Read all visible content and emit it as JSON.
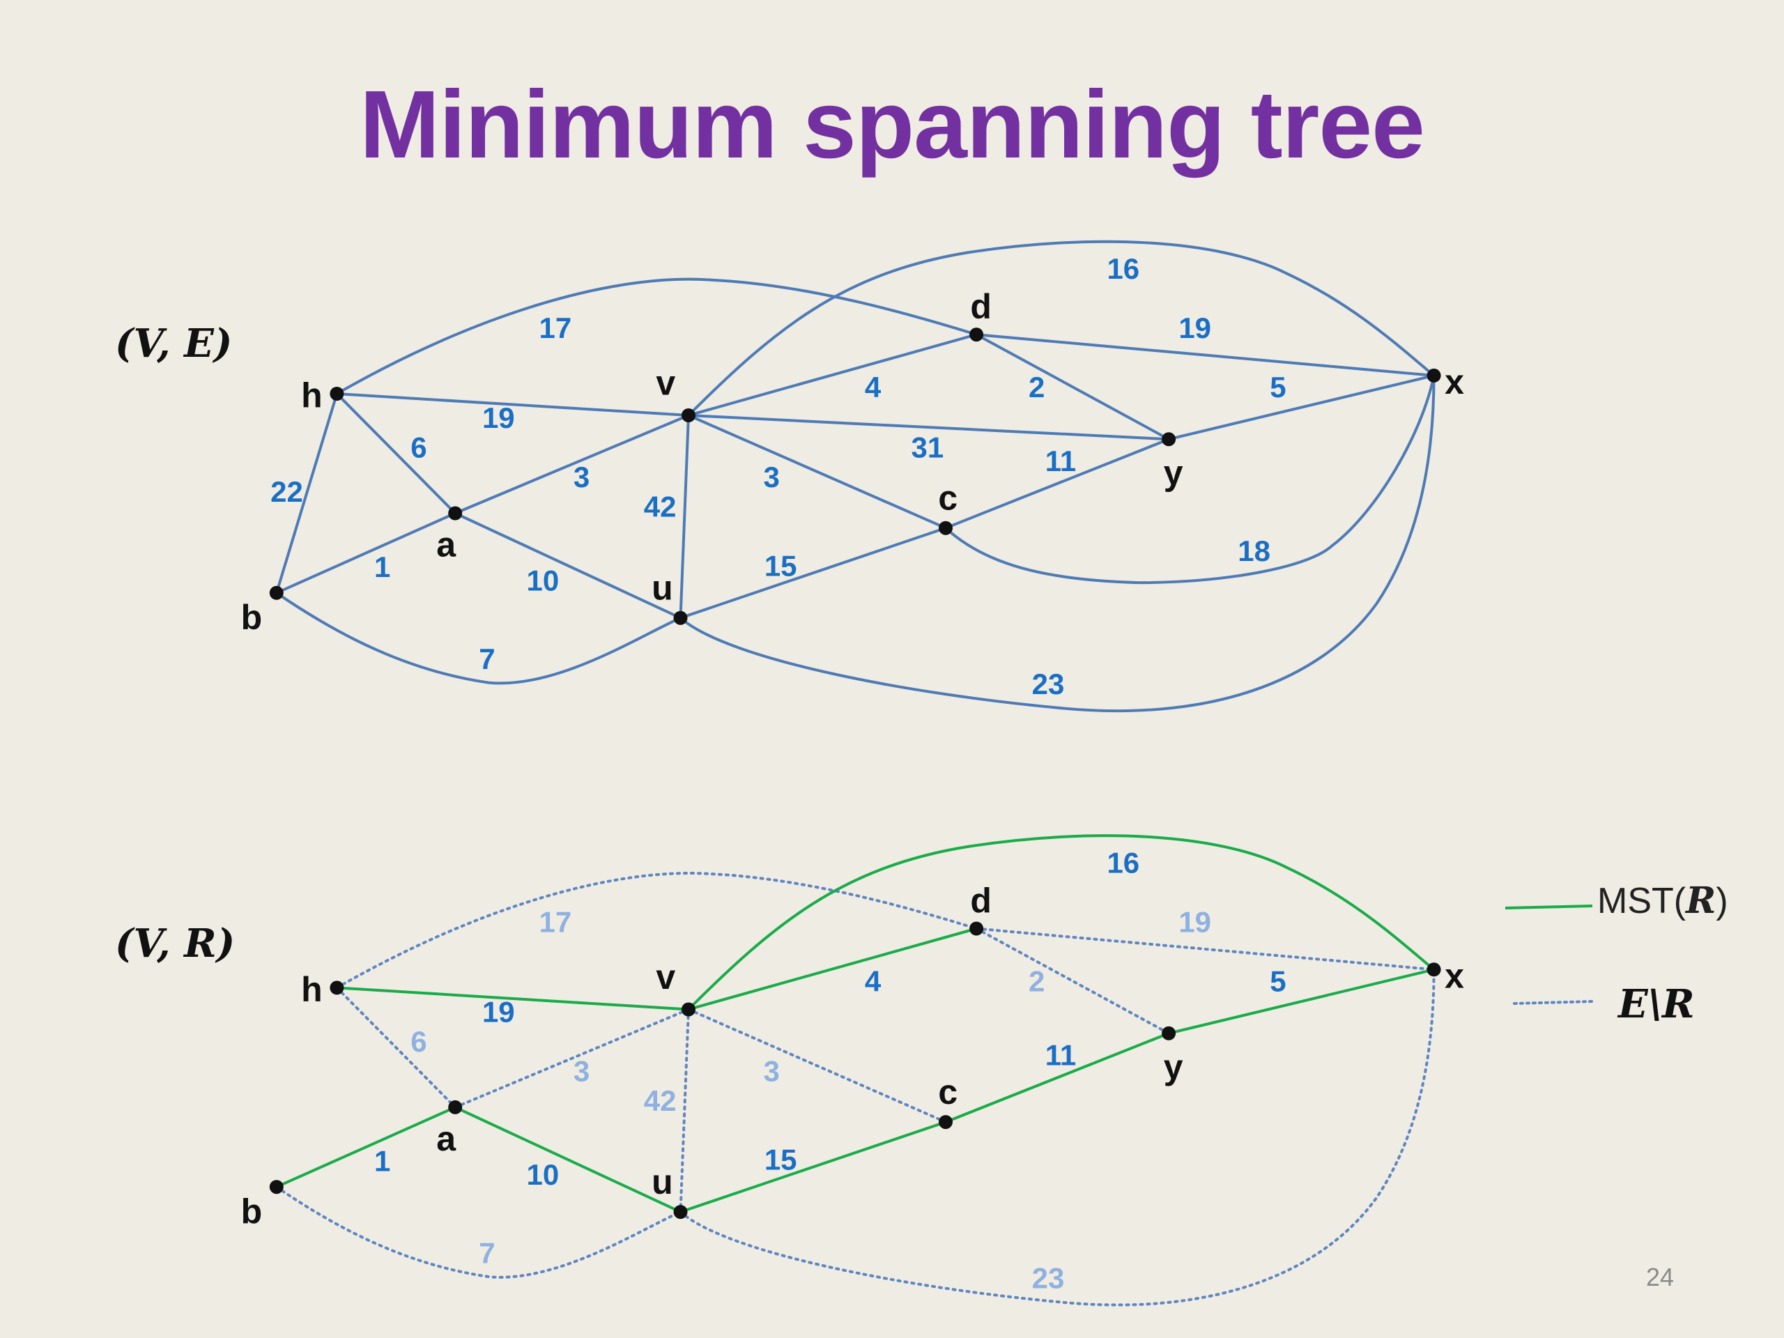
{
  "title": "Minimum spanning tree",
  "graph_top_label": "(V, E)",
  "graph_bottom_label": "(V, R)",
  "legend": {
    "mst_label_prefix": "MST(",
    "mst_label_var": "R",
    "mst_label_suffix": ")",
    "rest_label": "E\\R"
  },
  "page_number": "24",
  "colors": {
    "title": "#7330a0",
    "edge": "#4e7bb5",
    "weight": "#1a6fc4",
    "mst_edge": "#1aab4a",
    "non_mst_edge": "#5f86c0",
    "non_mst_weight": "#8fb1e0"
  },
  "nodes": [
    "h",
    "v",
    "d",
    "x",
    "a",
    "b",
    "u",
    "c",
    "y"
  ],
  "edges": [
    {
      "id": "h-b",
      "from": "h",
      "to": "b",
      "weight": "22",
      "in_mst": false,
      "shown_bottom": false
    },
    {
      "id": "h-v",
      "from": "h",
      "to": "v",
      "weight": "19",
      "in_mst": true
    },
    {
      "id": "h-a",
      "from": "h",
      "to": "a",
      "weight": "6",
      "in_mst": false
    },
    {
      "id": "h-d",
      "from": "h",
      "to": "d",
      "weight": "17",
      "in_mst": false
    },
    {
      "id": "b-a",
      "from": "b",
      "to": "a",
      "weight": "1",
      "in_mst": true
    },
    {
      "id": "b-u",
      "from": "b",
      "to": "u",
      "weight": "7",
      "in_mst": false
    },
    {
      "id": "a-v",
      "from": "a",
      "to": "v",
      "weight": "3",
      "in_mst": false
    },
    {
      "id": "a-u",
      "from": "a",
      "to": "u",
      "weight": "10",
      "in_mst": true
    },
    {
      "id": "v-u",
      "from": "v",
      "to": "u",
      "weight": "42",
      "in_mst": false
    },
    {
      "id": "v-d",
      "from": "v",
      "to": "d",
      "weight": "4",
      "in_mst": true
    },
    {
      "id": "v-y",
      "from": "v",
      "to": "y",
      "weight": "31",
      "in_mst": false,
      "shown_bottom": false
    },
    {
      "id": "v-c",
      "from": "v",
      "to": "c",
      "weight": "3",
      "in_mst": false
    },
    {
      "id": "v-x",
      "from": "v",
      "to": "x",
      "weight": "16",
      "in_mst": true
    },
    {
      "id": "d-y",
      "from": "d",
      "to": "y",
      "weight": "2",
      "in_mst": false
    },
    {
      "id": "d-x",
      "from": "d",
      "to": "x",
      "weight": "19",
      "in_mst": false
    },
    {
      "id": "y-x",
      "from": "y",
      "to": "x",
      "weight": "5",
      "in_mst": true
    },
    {
      "id": "c-y",
      "from": "c",
      "to": "y",
      "weight": "11",
      "in_mst": true
    },
    {
      "id": "u-c",
      "from": "u",
      "to": "c",
      "weight": "15",
      "in_mst": true
    },
    {
      "id": "c-x",
      "from": "c",
      "to": "x",
      "weight": "18",
      "in_mst": false,
      "shown_bottom": false
    },
    {
      "id": "u-x",
      "from": "u",
      "to": "x",
      "weight": "23",
      "in_mst": false
    }
  ]
}
